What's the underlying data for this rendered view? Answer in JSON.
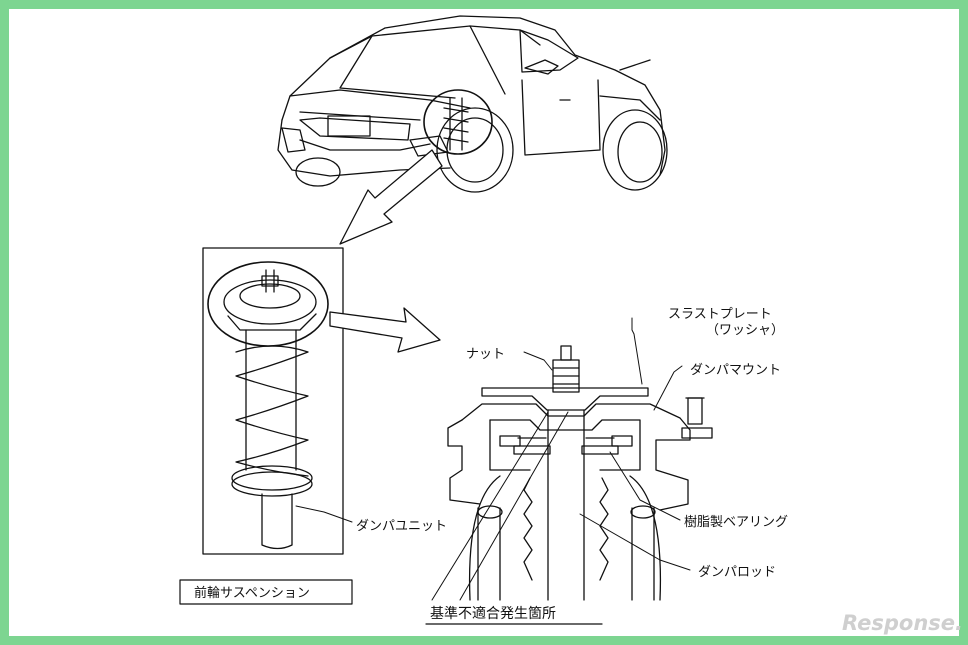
{
  "labels": {
    "thrust_plate": "スラストプレート",
    "washer": "（ワッシャ）",
    "nut": "ナット",
    "damper_mount": "ダンパマウント",
    "damper_unit": "ダンパユニット",
    "resin_bearing": "樹脂製ベアリング",
    "damper_rod": "ダンパロッド",
    "front_suspension": "前輪サスペンション",
    "defect_location": "基準不適合発生箇所"
  },
  "watermark": "Response."
}
